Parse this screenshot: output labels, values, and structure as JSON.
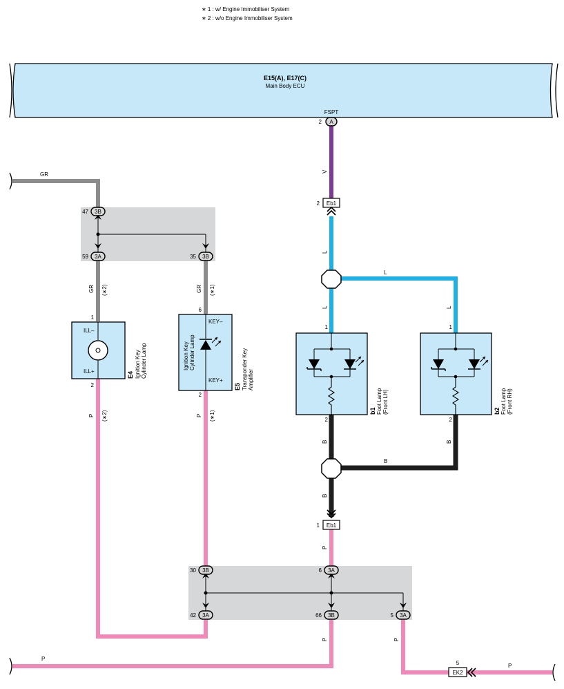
{
  "notes": [
    "∗ 1 : w/ Engine Immobiliser System",
    "∗ 2 : w/o Engine Immobiliser System"
  ],
  "ecu": {
    "id": "E15(A), E17(C)",
    "name": "Main Body ECU",
    "terminal": "FSPT",
    "pin": "2",
    "connector": "A"
  },
  "connectors": {
    "eb1_top": {
      "pin": "2",
      "label": "Eb1"
    },
    "eb1_bottom": {
      "pin": "1",
      "label": "Eb1"
    },
    "ek2": {
      "pin": "5",
      "label": "EK2"
    }
  },
  "junction_top": {
    "in": {
      "pin": "47",
      "conn": "3B"
    },
    "out_left": {
      "pin": "59",
      "conn": "3A"
    },
    "out_right": {
      "pin": "35",
      "conn": "3B"
    }
  },
  "junction_bottom": {
    "in_left": {
      "pin": "30",
      "conn": "3B"
    },
    "in_mid": {
      "pin": "6",
      "conn": "3A"
    },
    "out_left": {
      "pin": "42",
      "conn": "3A"
    },
    "out_mid": {
      "pin": "66",
      "conn": "3B"
    },
    "out_right": {
      "pin": "5",
      "conn": "3A"
    }
  },
  "components": {
    "e4": {
      "id": "E4",
      "name_line1": "Ignition Key",
      "name_line2": "Cylinder Lamp",
      "pin_top": "1",
      "pin_bottom": "2",
      "term_top": "ILL–",
      "term_bottom": "ILL+"
    },
    "e5": {
      "id": "E5",
      "name_line1": "Transponder Key",
      "name_line2": "Amplifier",
      "inner_line1": "Ignition Key",
      "inner_line2": "Cylinder Lamp",
      "pin_top": "6",
      "pin_bottom": "2",
      "term_top": "KEY–",
      "term_bottom": "KEY+"
    },
    "b1": {
      "id": "b1",
      "name_line1": "Foot Lamp",
      "name_line2": "(Front LH)",
      "pin_top": "1",
      "pin_bottom": "2"
    },
    "b2": {
      "id": "b2",
      "name_line1": "Foot Lamp",
      "name_line2": "(Front RH)",
      "pin_top": "1",
      "pin_bottom": "2"
    }
  },
  "wires": {
    "gr_input": "GR",
    "gr_e4": "GR",
    "gr_e4_note": "(∗2)",
    "gr_e5": "GR",
    "gr_e5_note": "(∗1)",
    "v": "V",
    "l_a": "L",
    "l_b": "L",
    "l_c": "L",
    "l_d": "L",
    "b_a": "B",
    "b_b": "B",
    "b_c": "B",
    "b_d": "B",
    "p_e4": "P",
    "p_e4_note": "(∗2)",
    "p_e5": "P",
    "p_e5_note": "(∗1)",
    "p_eb1": "P",
    "p_out_left": "P",
    "p_mid_down": "P",
    "p_right_down": "P",
    "p_ek2": "P"
  },
  "colors": {
    "GR": "#8c8c8c",
    "V": "#7b3a96",
    "L": "#1fb0e8",
    "B": "#1e1e1e",
    "P": "#f088b8",
    "component_fill": "#c6e8f8",
    "junction_fill": "#d6d7d9"
  }
}
